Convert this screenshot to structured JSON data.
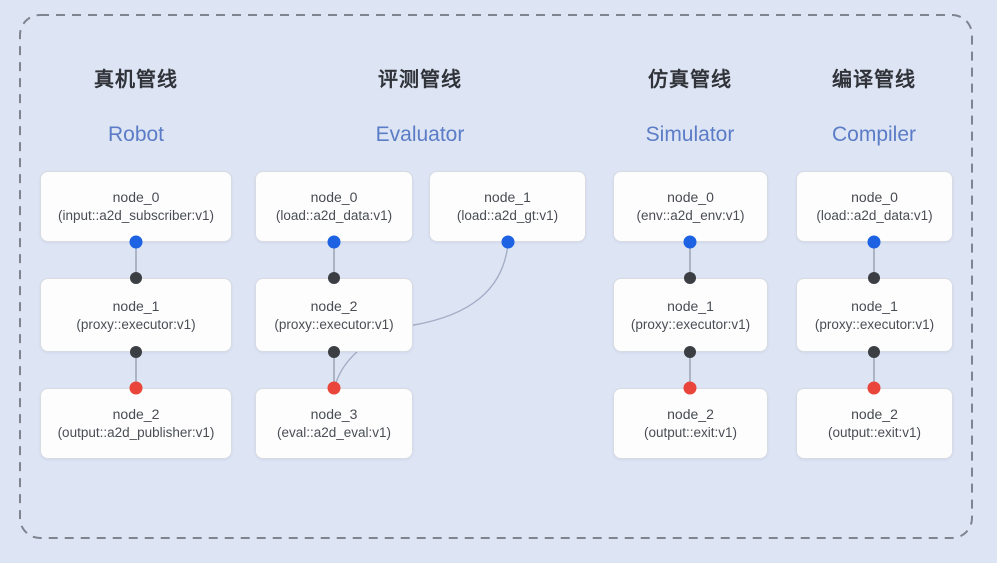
{
  "diagram": {
    "pipelines": [
      {
        "title_zh": "真机管线",
        "title_en": "Robot",
        "nodes": [
          {
            "name": "node_0",
            "type": "(input::a2d_subscriber:v1)"
          },
          {
            "name": "node_1",
            "type": "(proxy::executor:v1)"
          },
          {
            "name": "node_2",
            "type": "(output::a2d_publisher:v1)"
          }
        ],
        "edges": [
          "node_0 -> node_1",
          "node_1 -> node_2"
        ]
      },
      {
        "title_zh": "评测管线",
        "title_en": "Evaluator",
        "nodes": [
          {
            "name": "node_0",
            "type": "(load::a2d_data:v1)"
          },
          {
            "name": "node_1",
            "type": "(load::a2d_gt:v1)"
          },
          {
            "name": "node_2",
            "type": "(proxy::executor:v1)"
          },
          {
            "name": "node_3",
            "type": "(eval::a2d_eval:v1)"
          }
        ],
        "edges": [
          "node_0 -> node_2",
          "node_2 -> node_3",
          "node_1 -> node_3"
        ]
      },
      {
        "title_zh": "仿真管线",
        "title_en": "Simulator",
        "nodes": [
          {
            "name": "node_0",
            "type": "(env::a2d_env:v1)"
          },
          {
            "name": "node_1",
            "type": "(proxy::executor:v1)"
          },
          {
            "name": "node_2",
            "type": "(output::exit:v1)"
          }
        ],
        "edges": [
          "node_0 -> node_1",
          "node_1 -> node_2"
        ]
      },
      {
        "title_zh": "编译管线",
        "title_en": "Compiler",
        "nodes": [
          {
            "name": "node_0",
            "type": "(load::a2d_data:v1)"
          },
          {
            "name": "node_1",
            "type": "(proxy::executor:v1)"
          },
          {
            "name": "node_2",
            "type": "(output::exit:v1)"
          }
        ],
        "edges": [
          "node_0 -> node_1",
          "node_1 -> node_2"
        ]
      }
    ],
    "colors": {
      "background": "#dde4f4",
      "frame_dash": "#7e8490",
      "box_bg": "#fdfdfe",
      "box_border": "#d7dbe2",
      "node_text": "#4a4e54",
      "title_zh": "#303339",
      "title_en": "#5b7cc6",
      "edge_line": "#96a0b0",
      "port_blue": "#1c62e3",
      "port_black": "#3b3e43",
      "port_red": "#e9453a"
    }
  }
}
